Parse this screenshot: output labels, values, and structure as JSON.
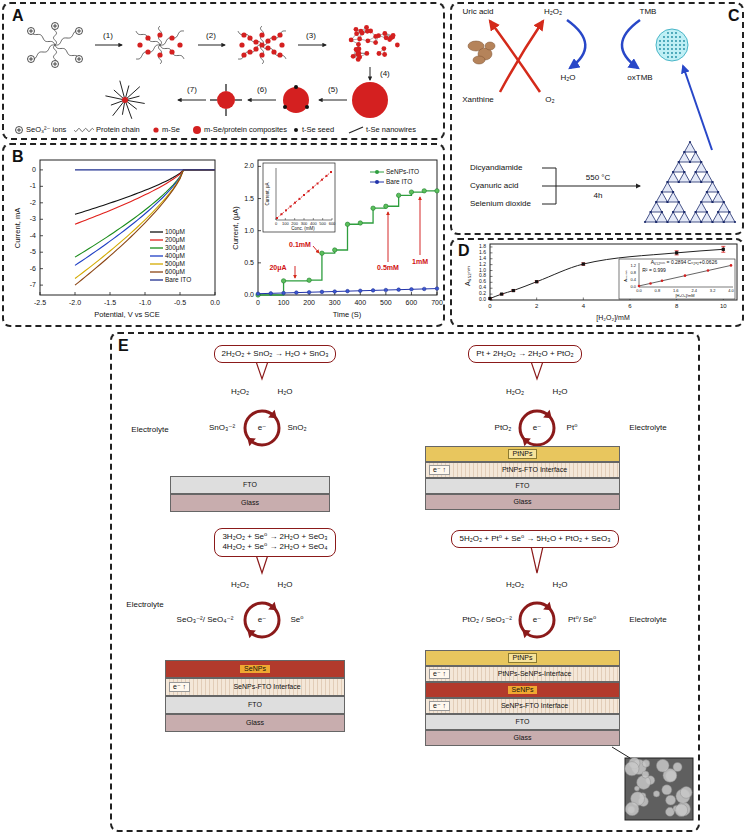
{
  "diagram": {
    "nodes": [
      {
        "text": [
          "A"
        ]
      },
      {
        "text": [
          "B"
        ]
      },
      {
        "text": [
          "C"
        ]
      },
      {
        "text": [
          "D"
        ]
      },
      {
        "text": [
          "E"
        ]
      },
      {
        "text": [
          "2H₂O₂ + SnO₂ → H₂O + SnO₃"
        ],
        "in": 4
      },
      {
        "text": [
          "FTO"
        ],
        "in": 4
      },
      {
        "text": [
          "Glass"
        ],
        "in": 4
      },
      {
        "text": [
          "Pt + 2H₂O₂ → 2H₂O + PtO₂"
        ],
        "in": 4
      },
      {
        "text": [
          "PtNPs"
        ],
        "in": 4
      },
      {
        "text": [
          "e⁻ ↑",
          "PtNPs-FTO Interface"
        ],
        "in": 4
      },
      {
        "text": [
          "FTO"
        ],
        "in": 4
      },
      {
        "text": [
          "Glass"
        ],
        "in": 4
      },
      {
        "text": [
          "3H₂O₂ + Se⁰ → 2H₂O + SeO₃",
          "4H₂O₂ + Se⁰ → 2H₂O + SeO₄"
        ],
        "in": 4
      },
      {
        "text": [
          "SeNPs"
        ],
        "in": 4
      },
      {
        "text": [
          "e⁻ ↑",
          "SeNPs-FTO Interface"
        ],
        "in": 4
      },
      {
        "text": [
          "FTO"
        ],
        "in": 4
      },
      {
        "text": [
          "Glass"
        ],
        "in": 4
      },
      {
        "text": [
          "5H₂O₂ + Pt⁰ + Se⁰ → 5H₂O + PtO₂ + SeO₃"
        ],
        "in": 4
      },
      {
        "text": [
          "PtNPs"
        ],
        "in": 4
      },
      {
        "text": [
          "e⁻ ↑",
          "PtNPs-SeNPs-Interface"
        ],
        "in": 4
      },
      {
        "text": [
          "SeNPs"
        ],
        "in": 4
      },
      {
        "text": [
          "e⁻ ↑",
          "SeNPs-FTO Interface"
        ],
        "in": 4
      },
      {
        "text": [
          "FTO"
        ],
        "in": 4
      },
      {
        "text": [
          "Glass"
        ],
        "in": 4
      }
    ],
    "labels": [
      "(1)",
      "(2)",
      "(3)",
      "(4)",
      "(5)",
      "(6)",
      "(7)",
      "0",
      "-1",
      "-2",
      "-3",
      "-4",
      "-5",
      "-6",
      "-7",
      "-2.5",
      "-2.0",
      "-1.5",
      "-1.0",
      "-0.5",
      "0.0",
      "Potential, V vs SCE",
      "Current, mA",
      "0.0",
      "0.5",
      "1.0",
      "1.5",
      "2.0",
      "0",
      "100",
      "200",
      "300",
      "400",
      "500",
      "600",
      "700",
      "Time (S)",
      "Current, (μA)",
      "20μA",
      "0.1mM",
      "0.5mM",
      "1mM",
      "Current, μA",
      "0",
      "100",
      "200",
      "300",
      "400",
      "500",
      "600",
      "Conc. (mM)",
      "Uric acid",
      "H₂O₂",
      "TMB",
      "Xanthine",
      "O₂",
      "H₂O",
      "oxTMB",
      "Dicyandiamide",
      "Cyanuric acid",
      "Selenium dioxide",
      "550 °C",
      "4h",
      "0.0",
      "0.2",
      "0.4",
      "0.6",
      "0.8",
      "1.0",
      "1.2",
      "1.4",
      "1.6",
      "1.8",
      "0",
      "2",
      "4",
      "6",
      "8",
      "10",
      "[H₂O₂]/mM",
      "A₆₅₂ₙₘ",
      "A₆₅₂ₙₘ = 0.2894 Cₕ₂ₒ₂+0.0626",
      "R² = 0.999",
      "0.0",
      "0.8",
      "1.6",
      "2.4",
      "3.2",
      "4.0",
      "0.0",
      "0.4",
      "0.8",
      "1.2",
      "[H₂O₂]/mM",
      "A₆₅₂ₙₘ",
      "H₂O₂",
      "H₂O",
      "Electrolyte",
      "SnO₃⁻²",
      "e⁻",
      "SnO₂",
      "H₂O₂",
      "H₂O",
      "PtO₂",
      "e⁻",
      "Pt⁰",
      "Electrolyte",
      "H₂O₂",
      "H₂O",
      "Electrolyte",
      "SeO₃⁻²/ SeO₄⁻²",
      "e⁻",
      "Se⁰",
      "H₂O₂",
      "H₂O",
      "PtO₂ / SeO₃⁻²",
      "e⁻",
      "Pt⁰/ Se⁰",
      "Electrolyte"
    ],
    "legend": [
      {
        "text": "SeO₃²⁻ ions"
      },
      {
        "text": "Protein chain"
      },
      {
        "text": "m-Se"
      },
      {
        "text": "m-Se/protein composites"
      },
      {
        "text": "t-Se seed"
      },
      {
        "text": "t-Se nanowires"
      },
      {
        "text": "100μM"
      },
      {
        "text": "200μM"
      },
      {
        "text": "300μM"
      },
      {
        "text": "400μM"
      },
      {
        "text": "500μM"
      },
      {
        "text": "600μM"
      },
      {
        "text": "Bare ITO"
      },
      {
        "text": "SeNPs-ITO"
      },
      {
        "text": "Bare ITO"
      }
    ]
  }
}
